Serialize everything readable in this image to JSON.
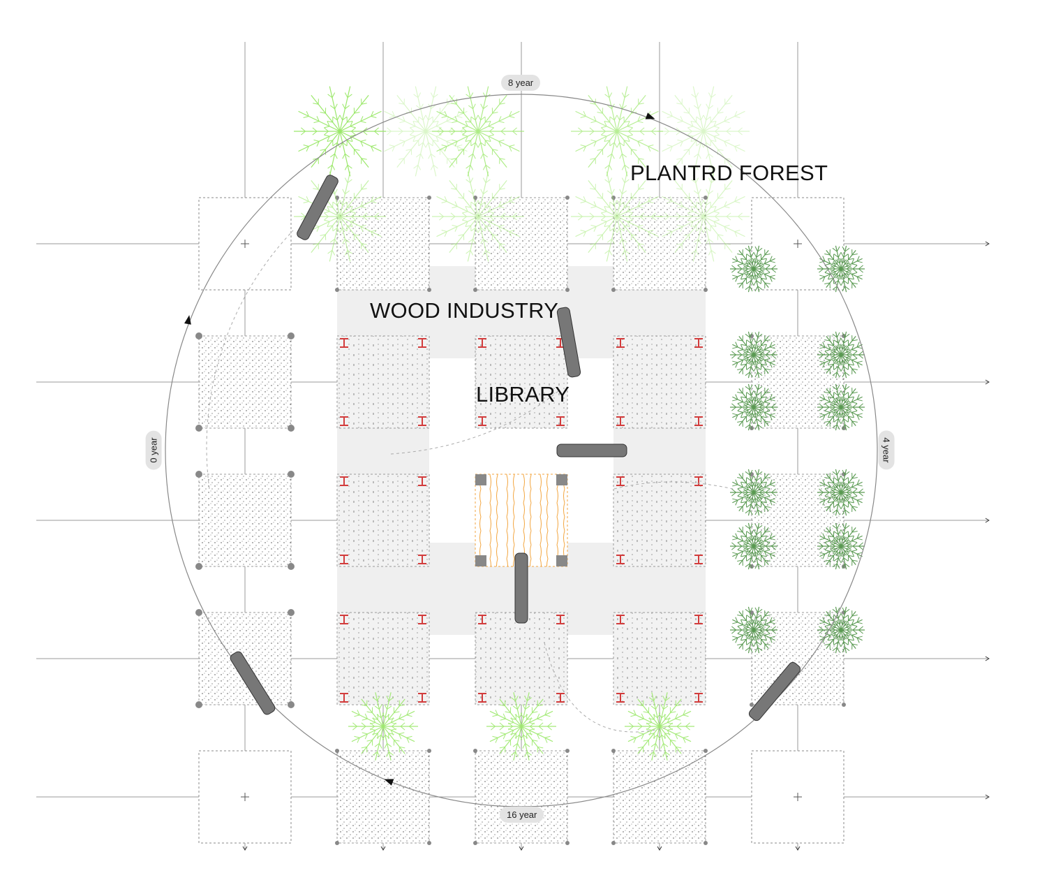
{
  "labels": {
    "forest": "PLANTRD FOREST",
    "industry": "WOOD INDUSTRY",
    "library": "LIBRARY"
  },
  "timeline": {
    "year0": "0 year",
    "year4": "4 year",
    "year8": "8 year",
    "year16": "16 year"
  },
  "colors": {
    "tree_light": "#9be86a",
    "tree_dark": "#5a9a52",
    "beam_red": "#d23c3c",
    "library_wood": "#f3a640",
    "industry_fill": "#efefef"
  }
}
